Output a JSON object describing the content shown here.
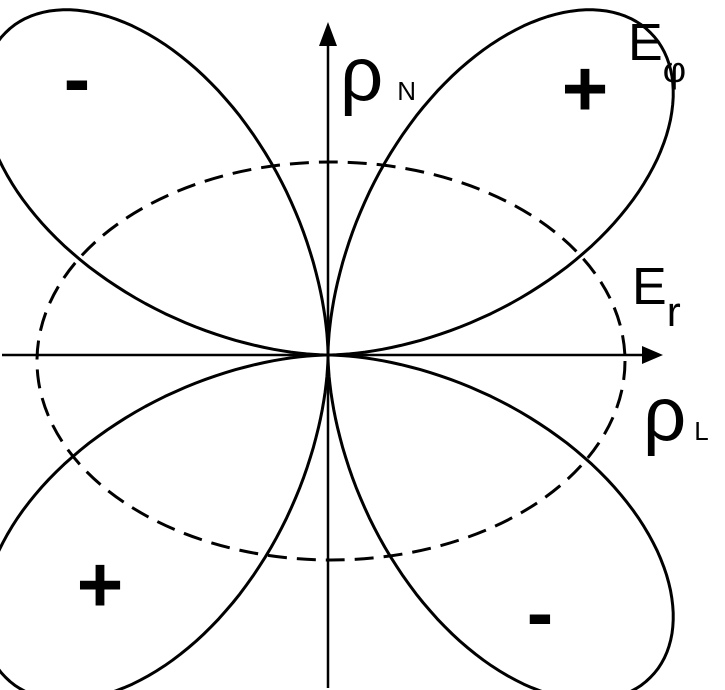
{
  "axes": {
    "vertical": {
      "symbol": "ρ",
      "subscript": "N"
    },
    "horizontal": {
      "symbol": "ρ",
      "subscript": "L"
    }
  },
  "curves": {
    "e_phi": {
      "symbol": "E",
      "subscript": "φ",
      "style": "solid"
    },
    "e_r": {
      "symbol": "E",
      "subscript": "r",
      "style": "dashed"
    }
  },
  "lobe_signs": {
    "top_left": "-",
    "top_right": "+",
    "bottom_left": "+",
    "bottom_right": "-"
  },
  "colors": {
    "stroke": "#000000",
    "background": "#ffffff"
  }
}
